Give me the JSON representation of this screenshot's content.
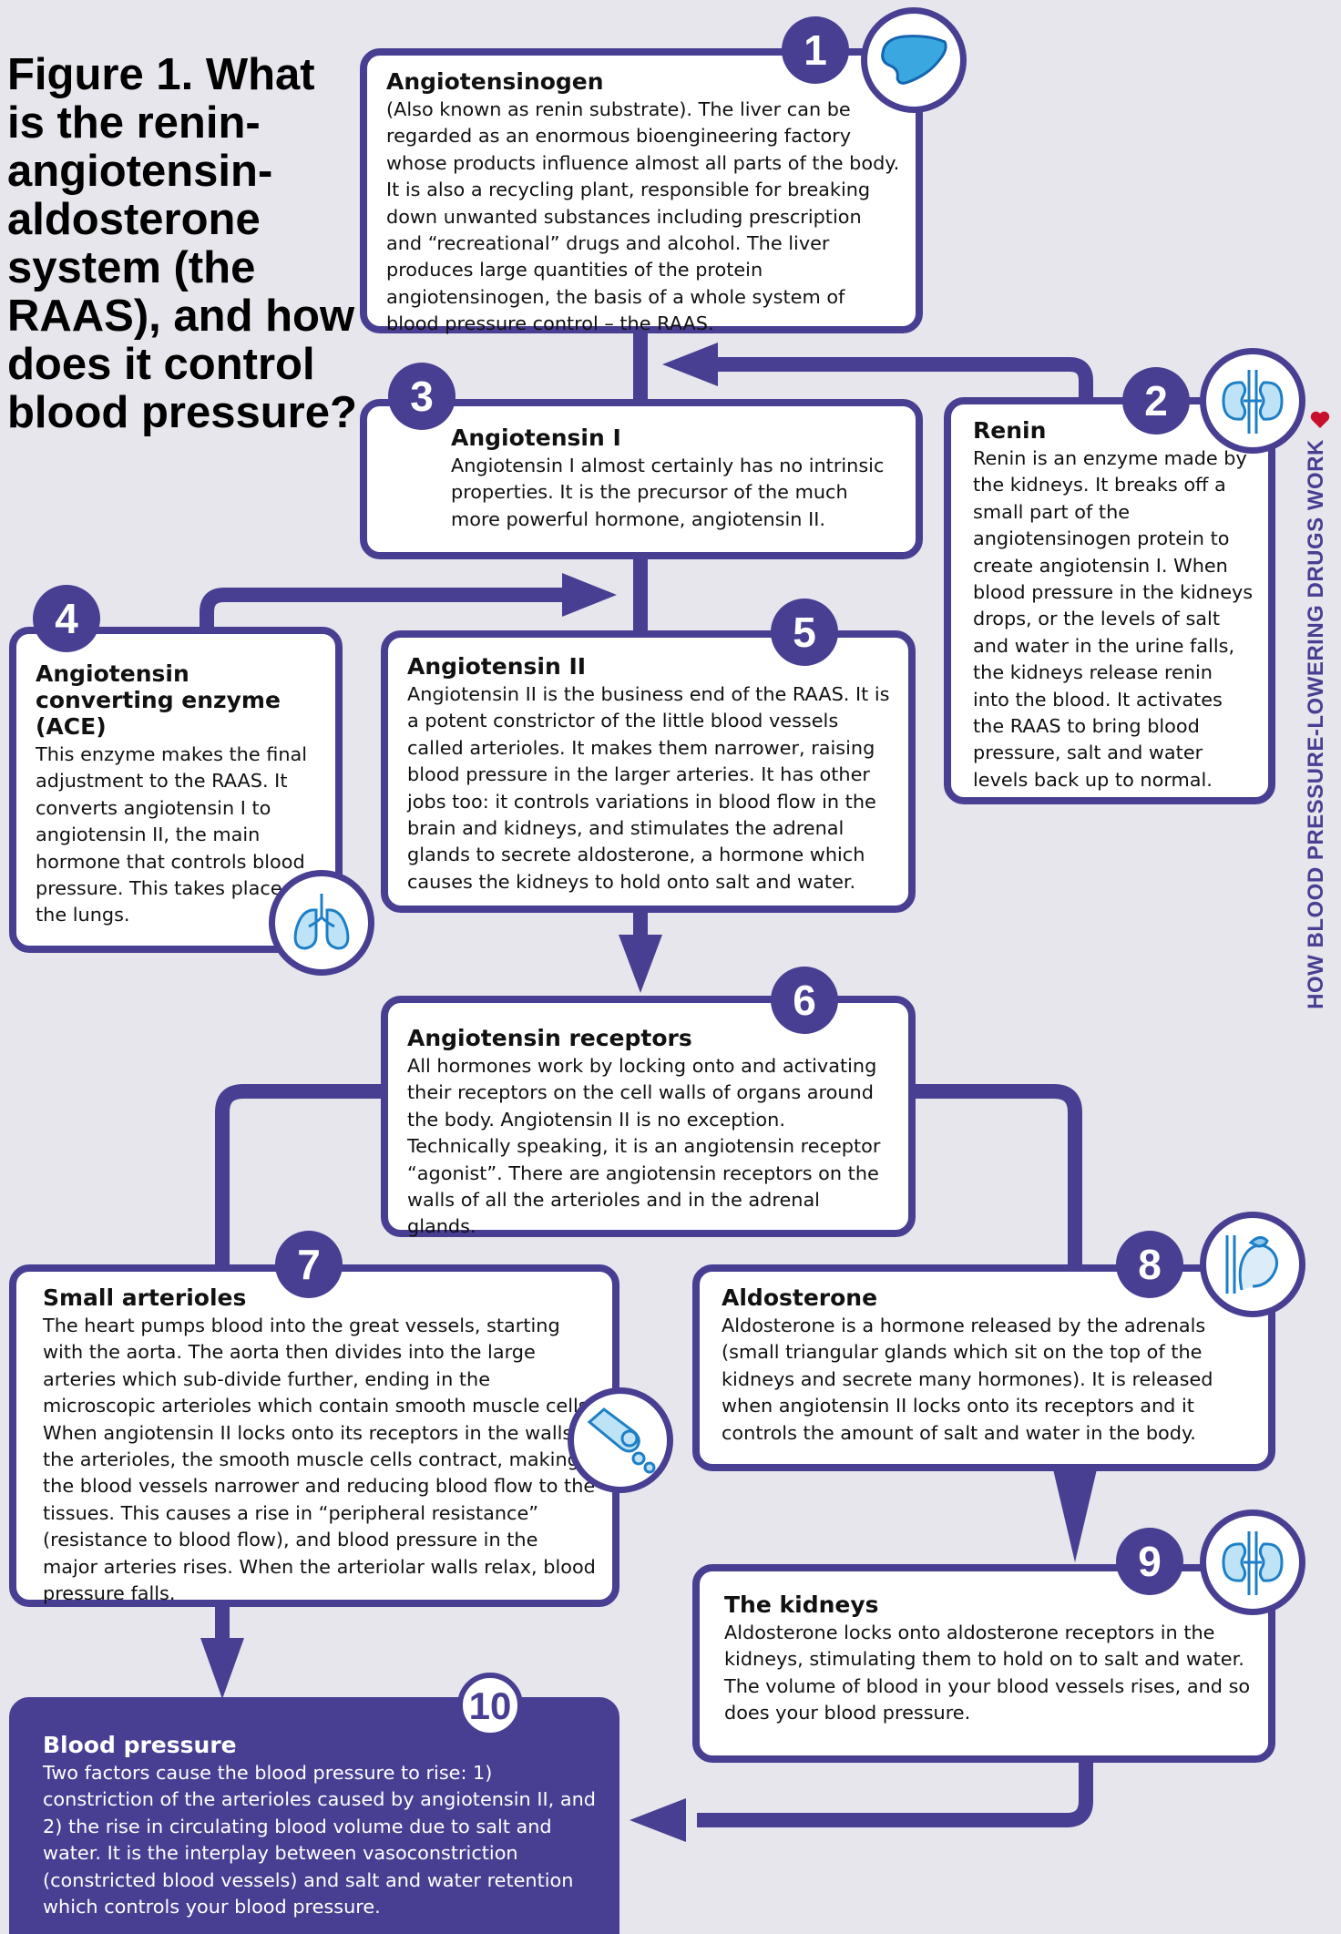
{
  "title": "Figure 1. What is the renin-angiotensin-aldosterone system (the RAAS), and how does it control blood pressure?",
  "side_label": "HOW BLOOD PRESSURE-LOWERING DRUGS WORK",
  "colors": {
    "accent": "#483f92",
    "icon_blue": "#1e9ad6",
    "heart": "#c8102e",
    "background": "#e6e6ec"
  },
  "steps": [
    {
      "number": "1",
      "heading": "Angiotensinogen",
      "icon": "liver-icon",
      "body": "(Also known as renin substrate). The liver can be regarded as an enormous bioengineering factory whose products influence almost all parts of the body. It is also a recycling plant, responsible for breaking down unwanted substances including prescription and “recreational” drugs and alcohol. The liver produces large quantities of the protein angiotensinogen, the basis of a whole system of blood pressure control – the RAAS."
    },
    {
      "number": "2",
      "heading": "Renin",
      "icon": "kidneys-icon",
      "body": "Renin is an enzyme made by the kidneys. It breaks off a small part of the angiotensinogen protein to create angiotensin I. When blood pressure in the kidneys drops, or the levels of salt and water in the urine falls, the kidneys release renin into the blood. It activates the RAAS to bring blood pressure, salt and water levels back up to normal."
    },
    {
      "number": "3",
      "heading": "Angiotensin I",
      "body": "Angiotensin I almost certainly has no intrinsic properties. It is the precursor of the much more powerful hormone, angiotensin II."
    },
    {
      "number": "4",
      "heading": "Angiotensin converting enzyme (ACE)",
      "icon": "lungs-icon",
      "body": "This enzyme makes the final adjustment to the RAAS. It converts angiotensin I to angiotensin II, the main hormone that controls blood pressure. This takes place in the lungs."
    },
    {
      "number": "5",
      "heading": "Angiotensin II",
      "body": "Angiotensin II is the business end of the RAAS. It is a potent constrictor of the little blood vessels called arterioles. It makes them narrower, raising blood pressure in the larger arteries. It has other jobs too: it controls variations in blood flow in the brain and kidneys, and stimulates the adrenal glands to secrete aldosterone, a hormone which causes the kidneys to hold onto salt and water."
    },
    {
      "number": "6",
      "heading": "Angiotensin receptors",
      "body": "All hormones work by locking onto and activating their receptors on the cell walls of organs around the body. Angiotensin II is no exception. Technically speaking, it is an angiotensin receptor “agonist”. There are angiotensin receptors on the walls of all the arterioles and in the adrenal glands."
    },
    {
      "number": "7",
      "heading": "Small arterioles",
      "icon": "blood-vessel-icon",
      "body": "The heart pumps blood into the great vessels, starting with the aorta. The aorta then divides into the large arteries which sub-divide further, ending in the microscopic arterioles which contain smooth muscle cells. When angiotensin II locks onto its receptors in the walls of the arterioles, the smooth muscle cells contract, making the blood vessels narrower and reducing blood flow to the tissues. This causes a rise in “peripheral resistance” (resistance to blood flow), and blood pressure in the major arteries rises. When the arteriolar walls relax, blood pressure falls."
    },
    {
      "number": "8",
      "heading": "Aldosterone",
      "icon": "adrenal-gland-icon",
      "body": "Aldosterone is a hormone released by the adrenals (small triangular glands which sit on the top of the kidneys and secrete many hormones). It is released when angiotensin II locks onto its receptors and it controls the amount of salt and water in the body."
    },
    {
      "number": "9",
      "heading": "The kidneys",
      "icon": "kidneys-icon",
      "body": "Aldosterone locks onto aldosterone receptors in the kidneys, stimulating them to hold on to salt and water. The volume of blood in your blood vessels rises, and so does your blood pressure."
    },
    {
      "number": "10",
      "heading": "Blood pressure",
      "body": "Two factors cause the blood pressure to rise: 1) constriction of the arterioles caused by angiotensin II, and 2) the rise in circulating blood volume due to salt and water. It is the interplay between vasoconstriction (constricted blood vessels) and salt and water retention which controls your blood pressure."
    }
  ]
}
